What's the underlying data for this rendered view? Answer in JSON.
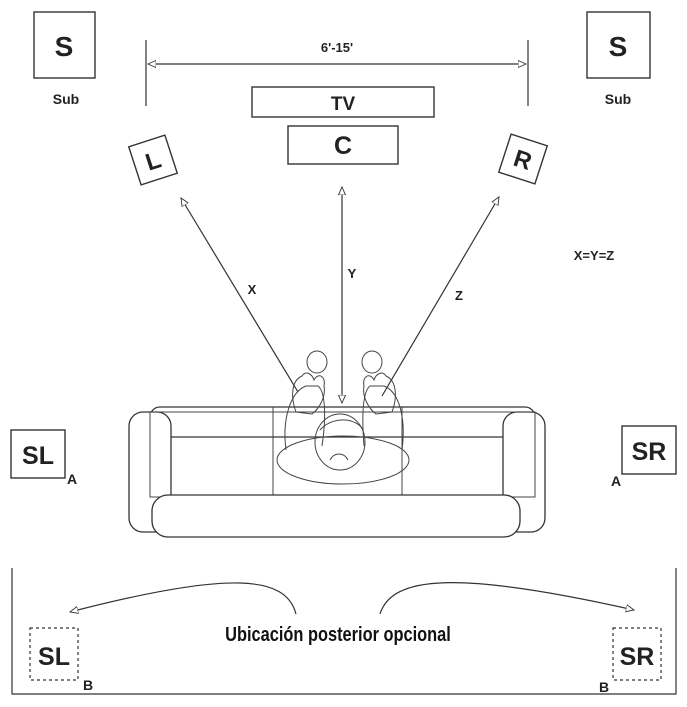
{
  "speakers": {
    "sub_left": {
      "letter": "S",
      "caption": "Sub"
    },
    "sub_right": {
      "letter": "S",
      "caption": "Sub"
    },
    "front_left": "L",
    "center": "C",
    "front_right": "R",
    "tv": "TV",
    "surround_left_a": {
      "letter": "SL",
      "position": "A"
    },
    "surround_right_a": {
      "letter": "SR",
      "position": "A"
    },
    "surround_left_b": {
      "letter": "SL",
      "position": "B"
    },
    "surround_right_b": {
      "letter": "SR",
      "position": "B"
    }
  },
  "measurements": {
    "width_range": "6'-15'",
    "distance_x": "X",
    "distance_y": "Y",
    "distance_z": "Z",
    "equation": "X=Y=Z"
  },
  "optional_note": "Ubicación posterior opcional",
  "colors": {
    "stroke": "#333333",
    "background": "#ffffff"
  }
}
